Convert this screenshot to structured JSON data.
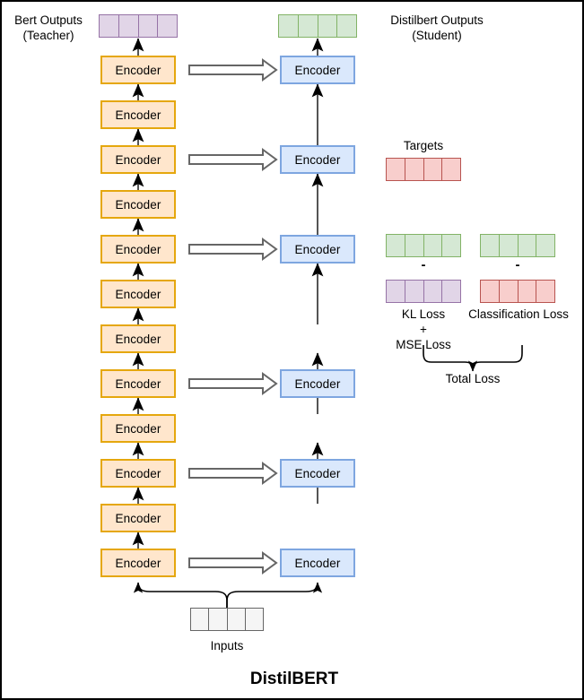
{
  "diagram": {
    "title": "DistilBERT",
    "labels": {
      "teacher_outputs": "Bert Outputs\n(Teacher)",
      "student_outputs": "Distilbert Outputs\n(Student)",
      "targets": "Targets",
      "inputs": "Inputs",
      "kl_loss": "KL Loss\n+\nMSE Loss",
      "classification_loss": "Classification Loss",
      "total_loss": "Total Loss",
      "minus": "-"
    },
    "encoder_label": "Encoder",
    "teacher": {
      "name": "BERT Teacher",
      "encoder_count": 12,
      "encoders": [
        {
          "label": "Encoder"
        },
        {
          "label": "Encoder"
        },
        {
          "label": "Encoder"
        },
        {
          "label": "Encoder"
        },
        {
          "label": "Encoder"
        },
        {
          "label": "Encoder"
        },
        {
          "label": "Encoder"
        },
        {
          "label": "Encoder"
        },
        {
          "label": "Encoder"
        },
        {
          "label": "Encoder"
        },
        {
          "label": "Encoder"
        },
        {
          "label": "Encoder"
        }
      ]
    },
    "student": {
      "name": "DistilBERT Student",
      "encoder_count": 6,
      "encoders": [
        {
          "label": "Encoder"
        },
        {
          "label": "Encoder"
        },
        {
          "label": "Encoder"
        },
        {
          "label": "Encoder"
        },
        {
          "label": "Encoder"
        },
        {
          "label": "Encoder"
        }
      ]
    },
    "distillation_arrow_count": 6,
    "vectors": {
      "teacher_output": {
        "cells": 4,
        "color": "#e1d5e7",
        "border": "#9673a6"
      },
      "student_output": {
        "cells": 4,
        "color": "#d5e8d4",
        "border": "#82b366"
      },
      "targets": {
        "cells": 4,
        "color": "#f8cecc",
        "border": "#b85450"
      },
      "inputs": {
        "cells": 4,
        "color": "#f5f5f5",
        "border": "#666666"
      },
      "loss_left_top": {
        "cells": 4,
        "color": "#d5e8d4",
        "border": "#82b366"
      },
      "loss_left_bottom": {
        "cells": 4,
        "color": "#e1d5e7",
        "border": "#9673a6"
      },
      "loss_right_top": {
        "cells": 4,
        "color": "#d5e8d4",
        "border": "#82b366"
      },
      "loss_right_bottom": {
        "cells": 4,
        "color": "#f8cecc",
        "border": "#b85450"
      }
    },
    "colors": {
      "teacher_fill": "#ffe6cc",
      "teacher_stroke": "#e5a70d",
      "student_fill": "#dae8fc",
      "student_stroke": "#7ea6e0",
      "arrow_stroke": "#666666",
      "line_stroke": "#000000",
      "background": "#ffffff",
      "frame": "#000000"
    }
  }
}
